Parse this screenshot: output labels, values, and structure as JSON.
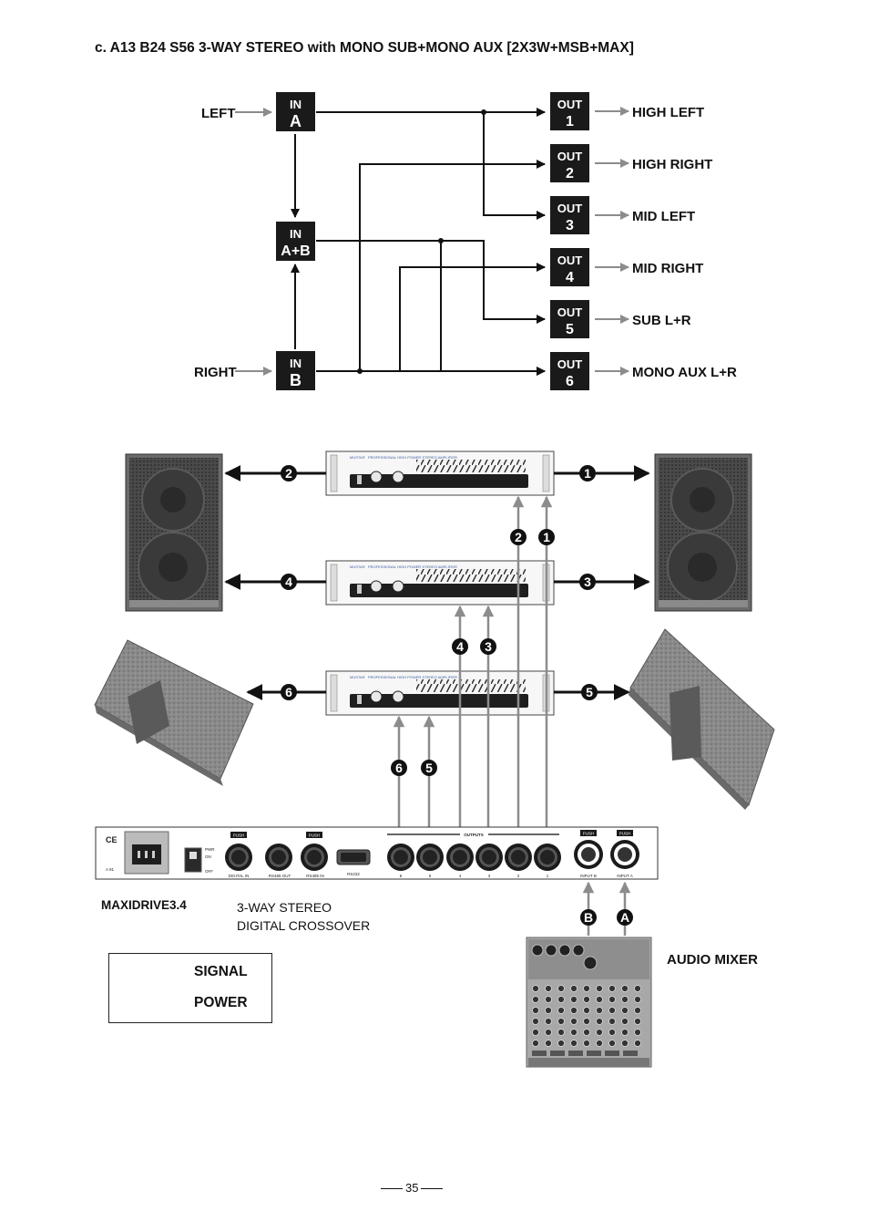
{
  "title": "c. A13 B24 S56 3-WAY STEREO with MONO SUB+MONO AUX [2X3W+MSB+MAX]",
  "routing": {
    "inputs": [
      {
        "id": "A",
        "top": "IN",
        "bottom": "A",
        "source": "LEFT"
      },
      {
        "id": "AB",
        "top": "IN",
        "bottom": "A+B",
        "source": ""
      },
      {
        "id": "B",
        "top": "IN",
        "bottom": "B",
        "source": "RIGHT"
      }
    ],
    "outputs": [
      {
        "top": "OUT",
        "bottom": "1",
        "label": "HIGH LEFT"
      },
      {
        "top": "OUT",
        "bottom": "2",
        "label": "HIGH RIGHT"
      },
      {
        "top": "OUT",
        "bottom": "3",
        "label": "MID LEFT"
      },
      {
        "top": "OUT",
        "bottom": "4",
        "label": "MID RIGHT"
      },
      {
        "top": "OUT",
        "bottom": "5",
        "label": "SUB L+R"
      },
      {
        "top": "OUT",
        "bottom": "6",
        "label": "MONO AUX L+R"
      }
    ]
  },
  "channels": [
    "1",
    "2",
    "3",
    "4",
    "5",
    "6"
  ],
  "inputs_mixer": [
    "B",
    "A"
  ],
  "device": {
    "name": "MAXIDRIVE3.4",
    "description_line1": "3-WAY STEREO",
    "description_line2": "DIGITAL CROSSOVER",
    "outputs_label": "OUTPUTS",
    "ports": [
      "DIGITAL IN",
      "RS485 OUT",
      "RS485 IN",
      "RS232",
      "INPUT B",
      "INPUT A"
    ],
    "output_numbers": [
      "6",
      "5",
      "4",
      "3",
      "2",
      "1"
    ],
    "switch_labels": [
      "PWR",
      "ON",
      "OFF"
    ],
    "push_label": "PUSH",
    "model_small": "A 91"
  },
  "amp": {
    "brand": "MUSTAR",
    "caption": "PROFESSIONAL HIGH POWER STEREO AMPLIFIER"
  },
  "mixer_label": "AUDIO MIXER",
  "legend": {
    "signal": "SIGNAL",
    "power": "POWER"
  },
  "page_number": "35",
  "colors": {
    "box": "#1a1a1a",
    "signal_arrow": "#8c8c8c",
    "power_arrow": "#111111",
    "speaker": "#555555"
  }
}
